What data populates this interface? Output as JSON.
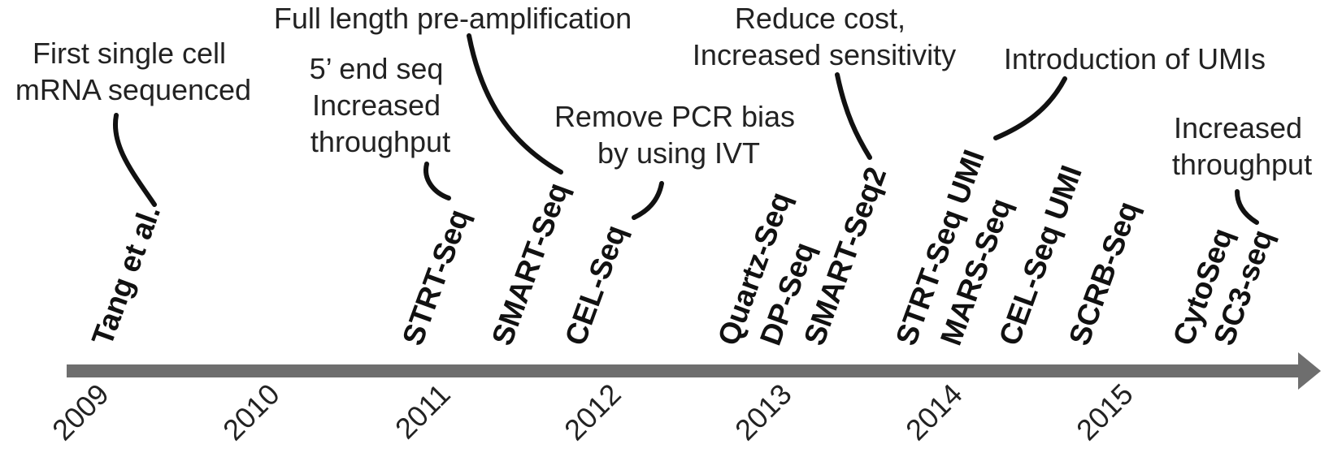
{
  "timeline": {
    "years": [
      "2009",
      "2010",
      "2011",
      "2012",
      "2013",
      "2014",
      "2015"
    ],
    "axis_color": "#6e6e6e"
  },
  "methods": [
    "Tang et al.",
    "STRT-Seq",
    "SMART-Seq",
    "CEL-Seq",
    "Quartz-Seq",
    "DP-Seq",
    "SMART-Seq2",
    "STRT-Seq UMI",
    "MARS-Seq",
    "CEL-Seq UMI",
    "SCRB-Seq",
    "CytoSeq",
    "SC3-seq"
  ],
  "annotations": [
    {
      "lines": [
        "First single cell",
        "mRNA sequenced"
      ]
    },
    {
      "lines": [
        "5’ end seq",
        "Increased",
        "throughput"
      ]
    },
    {
      "lines": [
        "Full length pre-amplification"
      ]
    },
    {
      "lines": [
        "Remove PCR bias",
        "by using IVT"
      ]
    },
    {
      "lines": [
        "Reduce cost,",
        "Increased sensitivity"
      ]
    },
    {
      "lines": [
        "Introduction of UMIs"
      ]
    },
    {
      "lines": [
        "Increased",
        "throughput"
      ]
    }
  ]
}
